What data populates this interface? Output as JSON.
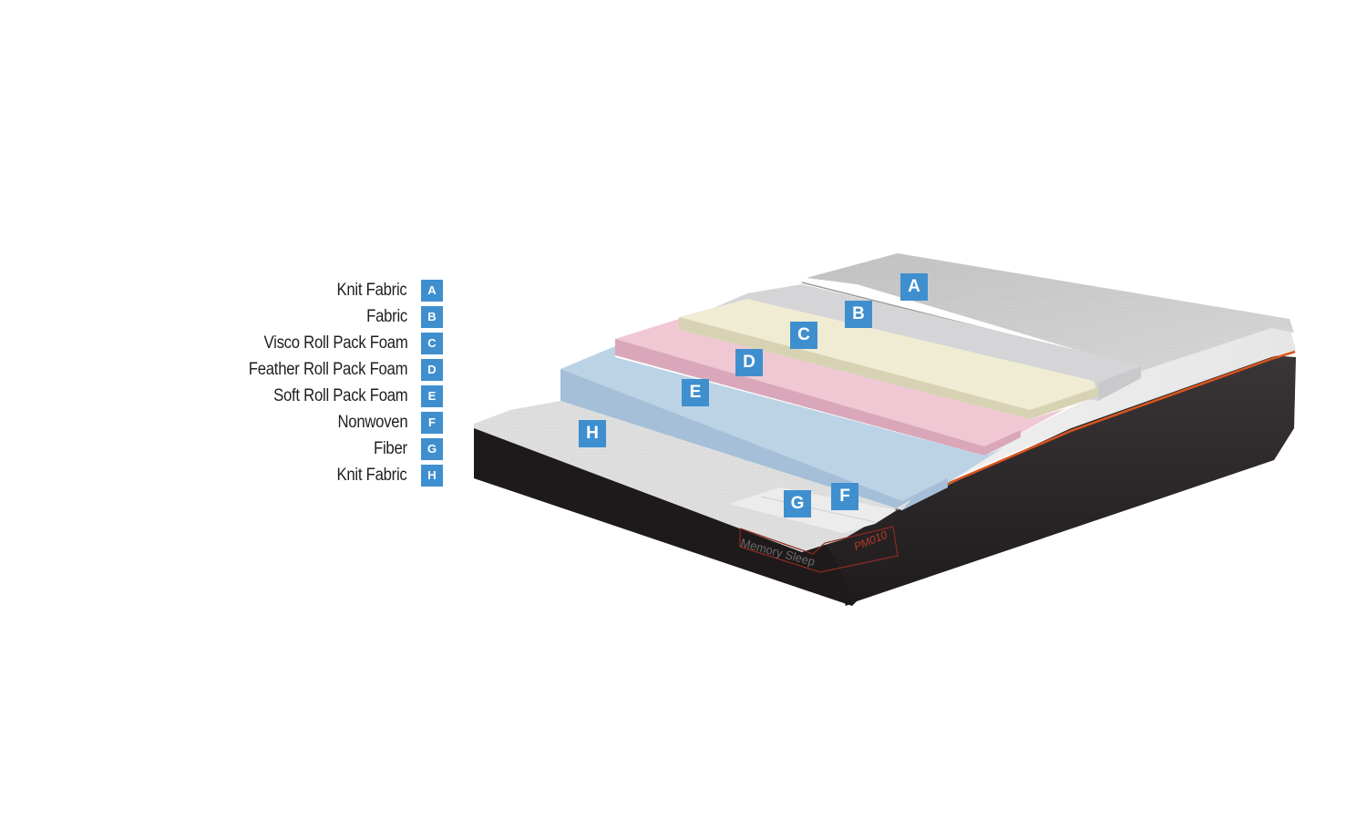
{
  "legend": {
    "items": [
      {
        "label": "Knit Fabric",
        "tag": "A"
      },
      {
        "label": "Fabric",
        "tag": "B"
      },
      {
        "label": "Visco Roll Pack Foam",
        "tag": "C"
      },
      {
        "label": "Feather Roll Pack Foam",
        "tag": "D"
      },
      {
        "label": "Soft Roll Pack Foam",
        "tag": "E"
      },
      {
        "label": "Nonwoven",
        "tag": "F"
      },
      {
        "label": "Fiber",
        "tag": "G"
      },
      {
        "label": "Knit Fabric",
        "tag": "H"
      }
    ]
  },
  "mattress": {
    "tags": {
      "A": "A",
      "B": "B",
      "C": "C",
      "D": "D",
      "E": "E",
      "F": "F",
      "G": "G",
      "H": "H"
    },
    "brand_text": "Memory Sleep",
    "model_text": "PM010"
  },
  "colors": {
    "tag_blue": "#3f8fcf",
    "layer_a": "#c9c9c9",
    "layer_b": "#d4d4d6",
    "layer_c": "#ece9cf",
    "layer_d": "#ecc3d0",
    "layer_e": "#b7cfe3",
    "layer_h": "#dcdcdc",
    "side_dark": "#2e2a2b",
    "piping_orange": "#d9541e"
  }
}
